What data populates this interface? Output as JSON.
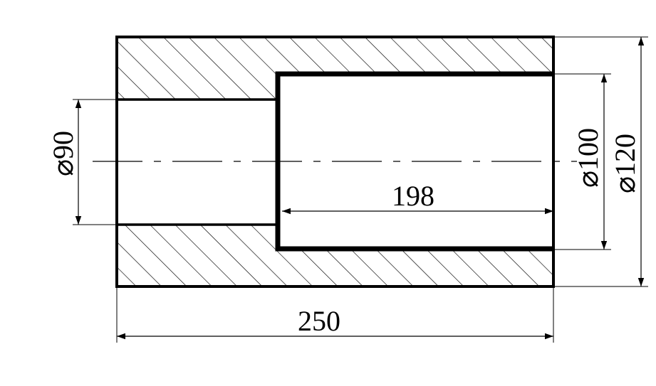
{
  "drawing": {
    "dimensions": {
      "bore_diameter_left": "⌀90",
      "counterbore_diameter": "⌀100",
      "outer_diameter": "⌀120",
      "counterbore_depth": "198",
      "overall_length": "250"
    },
    "colors": {
      "line": "#000000",
      "background": "#ffffff"
    }
  }
}
